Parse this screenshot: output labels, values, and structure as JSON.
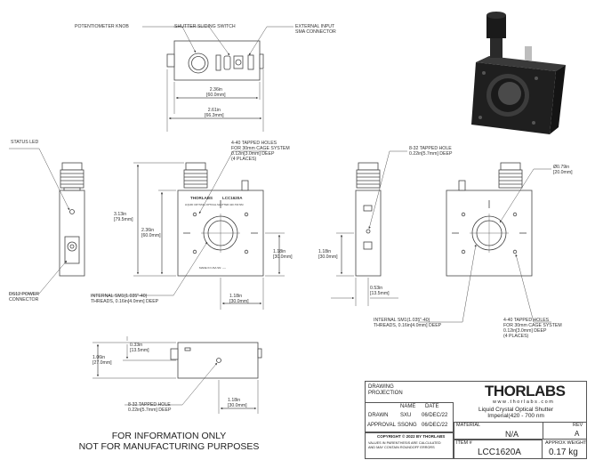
{
  "annotations": {
    "pot_knob": "POTENTIOMETER KNOB",
    "shutter_switch": "SHUTTER SLIDING SWITCH",
    "ext_input": "EXTERNAL INPUT\nSMA CONNECTOR",
    "status_led": "STATUS LED",
    "tapped_440_top": "4-40 TAPPED HOLES\nFOR 30mm CAGE SYSTEM\n0.12in[3.0mm] DEEP\n(4 PLACES)",
    "tapped_832_top": "8-32 TAPPED HOLE\n0.22in[5.7mm] DEEP",
    "ds12": "DS12 POWER\nCONNECTOR",
    "internal_sm1_left": "INTERNAL SM1(1.035\"-40)\nTHREADS, 0.16in[4.0mm] DEEP",
    "internal_sm1_right": "INTERNAL SM1(1.035\"-40)\nTHREADS, 0.16in[4.0mm] DEEP",
    "tapped_440_right": "4-40 TAPPED HOLES\nFOR 30mm CAGE SYSTEM\n0.12in[3.0mm] DEEP\n(4 PLACES)",
    "tapped_832_bottom": "8-32 TAPPED HOLE\n0.22in[5.7mm] DEEP"
  },
  "dimensions": {
    "top_inner": "2.36in\n[60.0mm]",
    "top_outer": "2.61in\n[66.3mm]",
    "front_total_h": "3.13in\n[79.5mm]",
    "front_body_h": "2.36in\n[60.0mm]",
    "front_center_h": "1.18in\n[30.0mm]",
    "front_center_w": "1.18in\n[30.0mm]",
    "right_center_h": "1.18in\n[30.0mm]",
    "right_offset": "0.53in\n[13.5mm]",
    "diameter": "Ø0.79in\n[20.0mm]",
    "bottom_offset": "0.33in\n[13.5mm]",
    "bottom_h": "1.06in\n[27.0mm]",
    "bottom_center_w": "1.18in\n[30.0mm]"
  },
  "panel_label": {
    "brand": "THORLABS",
    "model": "LCC1620A",
    "sub": "LIQUID CRYSTAL OPTICAL SHUTTER 420-700 NM",
    "serial": "MADE IN USA  SN: ----"
  },
  "disclaimer": "FOR INFORMATION ONLY\nNOT FOR MANUFACTURING PURPOSES",
  "title_block": {
    "drawing_projection": "DRAWING\nPROJECTION",
    "col_name": "NAME",
    "col_date": "DATE",
    "drawn_label": "DRAWN",
    "drawn_name": "SXU",
    "drawn_date": "06/DEC/22",
    "approval_label": "APPROVAL",
    "approval_name": "SSONG",
    "approval_date": "06/DEC/22",
    "copyright": "COPYRIGHT © 2022 BY THORLABS",
    "values_note": "VALUES IN PARENTHESIS ARE CALCULATED\nAND MAY CONTAIN ROUNDOFF ERRORS",
    "logo": "THORLABS",
    "website": "w w w . t h o r l a b s . c o m",
    "description": "Liquid Crystal Optical Shutter\nImperial(420 - 700 nm",
    "material_label": "MATERIAL",
    "material_value": "N/A",
    "rev_label": "REV",
    "rev_value": "A",
    "item_label": "ITEM #",
    "item_value": "LCC1620A",
    "weight_label": "APPROX WEIGHT",
    "weight_value": "0.17 kg"
  },
  "colors": {
    "line": "#444444",
    "body": "#ffffff",
    "render": "#1e1e1e"
  }
}
